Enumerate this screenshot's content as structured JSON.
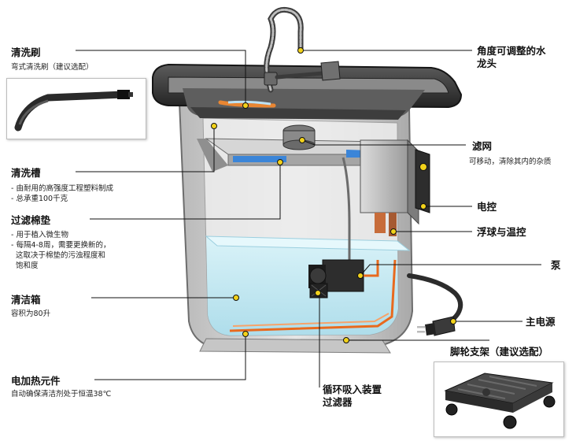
{
  "labels": {
    "brush": {
      "title": "清洗刷",
      "desc": "弯式清洗刷（建议选配）"
    },
    "tank": {
      "title": "清洗槽",
      "desc": [
        "- 由耐用的高强度工程塑料制成",
        "- 总承重100千克"
      ]
    },
    "filter_pad": {
      "title": "过滤棉垫",
      "desc": [
        "- 用于植入微生物",
        "- 每隔4-8周，需要更换新的，",
        "  这取决于棉垫的污浊程度和",
        "  饱和度"
      ]
    },
    "box": {
      "title": "清洁箱",
      "desc": "容积为80升"
    },
    "heater": {
      "title": "电加热元件",
      "desc": "自动确保清洁剂处于恒温38℃"
    },
    "intake": {
      "title": [
        "循环吸入装置",
        "过滤器"
      ]
    },
    "faucet": {
      "title": [
        "角度可调整的水",
        "龙头"
      ]
    },
    "strainer": {
      "title": "滤网",
      "desc": "可移动，清除其内的杂质"
    },
    "control": {
      "title": "电控"
    },
    "float": {
      "title": "浮球与温控"
    },
    "pump": {
      "title": "泵"
    },
    "power": {
      "title": "主电源"
    },
    "caster": {
      "title": "脚轮支架（建议选配）"
    }
  },
  "colors": {
    "marker": "#f2d21b",
    "leader": "#111111",
    "water": "#c9eef7",
    "pipe": "#e86a1e"
  }
}
